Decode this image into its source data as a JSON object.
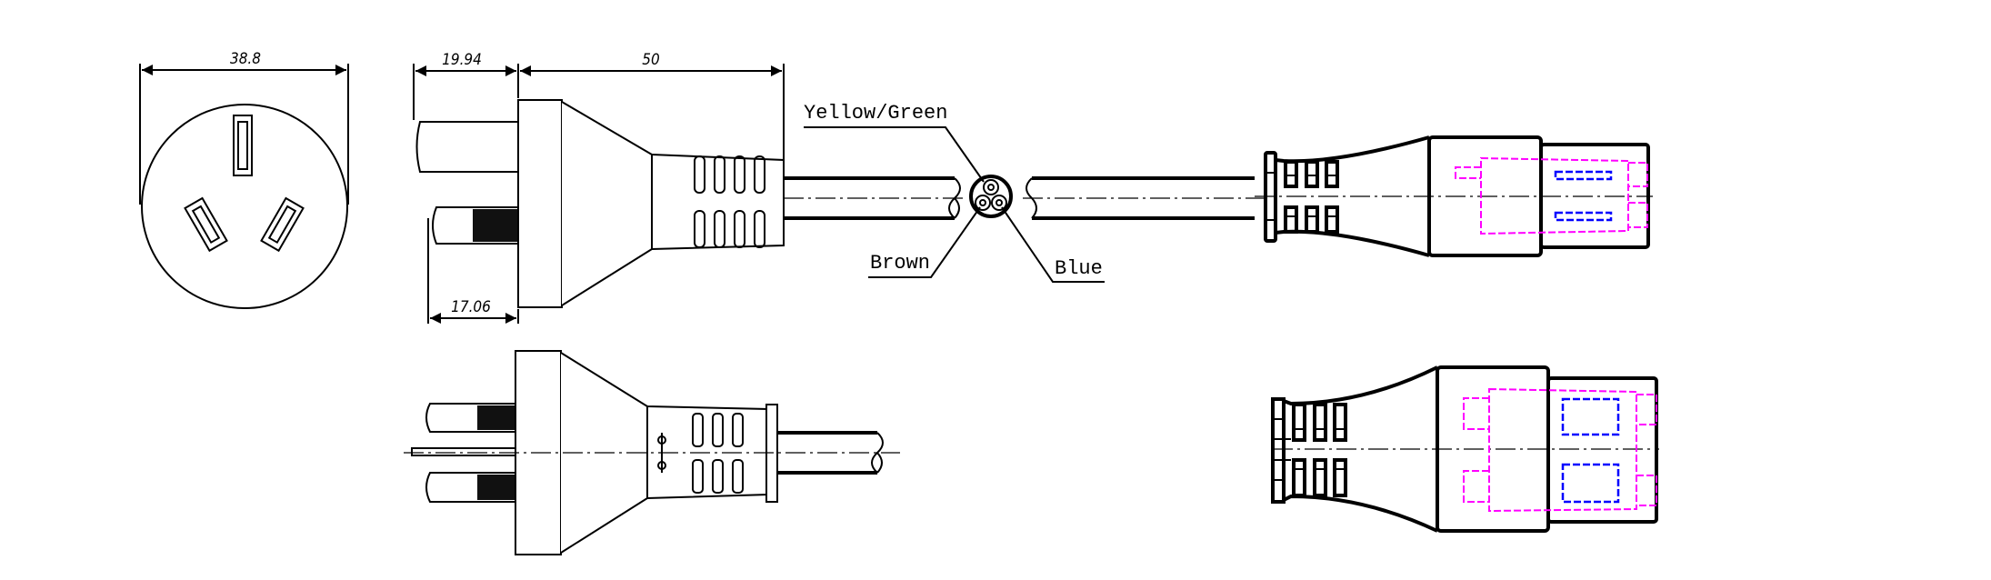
{
  "dimensions": {
    "face_width": "38.8",
    "pin_length": "19.94",
    "plug_length": "50",
    "lower_pin_length": "17.06"
  },
  "wire_labels": {
    "earth": "Yellow/Green",
    "live": "Brown",
    "neutral": "Blue"
  },
  "colors": {
    "hidden_outline": "#ff00ff",
    "contacts": "#0000ff"
  }
}
